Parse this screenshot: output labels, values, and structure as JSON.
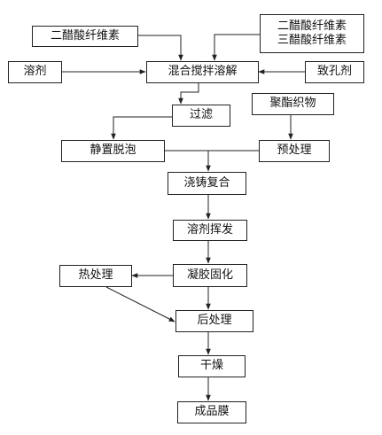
{
  "nodes": {
    "cda_top": "二醋酸纤维素",
    "cda_cta_line1": "二醋酸纤维素",
    "cda_cta_line2": "三醋酸纤维素",
    "solvent": "溶剂",
    "mix_dissolve": "混合搅拌溶解",
    "porogen": "致孔剂",
    "filter": "过滤",
    "polyester_fabric": "聚酯织物",
    "degas": "静置脱泡",
    "pretreat": "预处理",
    "cast_composite": "浇铸复合",
    "solvent_evap": "溶剂挥发",
    "coagulate": "凝胶固化",
    "heat_treat": "热处理",
    "post_treat": "后处理",
    "dry": "干燥",
    "membrane": "成品膜"
  },
  "style": {
    "line_color": "#222222",
    "box_border": "#222222",
    "background": "#ffffff"
  }
}
